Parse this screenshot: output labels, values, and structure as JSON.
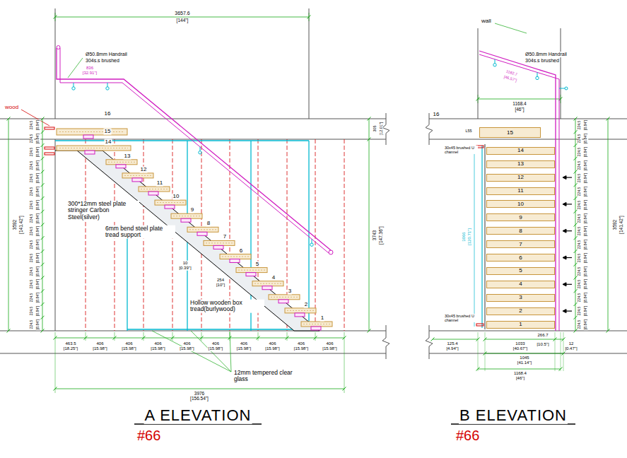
{
  "diagram": {
    "nodes": [
      {
        "text": [
          "15"
        ]
      },
      {
        "text": [
          "14"
        ]
      },
      {
        "text": [
          "13"
        ]
      },
      {
        "text": [
          "12"
        ]
      },
      {
        "text": [
          "11"
        ]
      },
      {
        "text": [
          "10"
        ]
      },
      {
        "text": [
          "9"
        ]
      },
      {
        "text": [
          "8"
        ]
      },
      {
        "text": [
          "7"
        ]
      },
      {
        "text": [
          "6"
        ]
      },
      {
        "text": [
          "5"
        ]
      },
      {
        "text": [
          "4"
        ]
      },
      {
        "text": [
          "3"
        ]
      },
      {
        "text": [
          "2"
        ]
      },
      {
        "text": [
          "1"
        ]
      }
    ],
    "labels": [
      "3657.6",
      "[144\"]",
      "Ø50.8mm Handrail",
      "304s.s brushed",
      "836",
      "[32.91\"]",
      "wood",
      "16",
      "15",
      "14",
      "13",
      "12",
      "11",
      "10",
      "9",
      "8",
      "7",
      "6",
      "5",
      "4",
      "3",
      "2",
      "1",
      "300*12mm steel plate stringer Carbon Steel(silver)",
      "6mm bend steel plate tread support",
      "Hollow wooden box tread(burlywood)",
      "12mm tempered clear glass",
      "254",
      "[10\"]",
      "10",
      "[0.39\"]",
      "463.5",
      "[18.25\"]",
      "406",
      "[15.98\"]",
      "406",
      "[15.98\"]",
      "406",
      "[15.98\"]",
      "406",
      "[15.98\"]",
      "406",
      "[15.98\"]",
      "406",
      "[15.98\"]",
      "406",
      "[15.98\"]",
      "406",
      "[15.98\"]",
      "406",
      "[15.98\"]",
      "3976",
      "[156.54\"]",
      "3592",
      "[141.42\"]",
      "3743",
      "[147.36\"]",
      "305",
      "[12.01\"]",
      "224.5",
      "[8.84\"]",
      "224.5",
      "[8.84\"]",
      "224.5",
      "[8.84\"]",
      "224.5",
      "[8.84\"]",
      "224.5",
      "[8.84\"]",
      "224.5",
      "[8.84\"]",
      "224.5",
      "[8.84\"]",
      "224.5",
      "[8.84\"]",
      "224.5",
      "[8.84\"]",
      "224.5",
      "[8.84\"]",
      "224.5",
      "[8.84\"]",
      "224.5",
      "[8.84\"]",
      "224.5",
      "[8.84\"]",
      "224.5",
      "[8.84\"]",
      "224.5",
      "[8.84\"]",
      "224.5",
      "[8.84\"]",
      "A ELEVATION",
      "#66",
      "wall",
      "Ø50.8mm Handrail",
      "304s.s brushed",
      "1182.7",
      "[46.57\"]",
      "1168.4",
      "[46\"]",
      "16",
      "L55",
      "30x45 brushed U channel",
      "3066",
      "[120.71\"]",
      "30x45 brushed U channel",
      "125.4",
      "[4.94\"]",
      "1033",
      "[40.67\"]",
      "266.7",
      "[10.5\"]",
      "12",
      "[0.47\"]",
      "1045",
      "[41.14\"]",
      "1168.4",
      "[46\"]",
      "3592",
      "[141.42\"]",
      "224.5",
      "[8.84\"]",
      "224.5",
      "[8.84\"]",
      "224.5",
      "[8.84\"]",
      "224.5",
      "[8.84\"]",
      "224.5",
      "[8.84\"]",
      "224.5",
      "[8.84\"]",
      "224.5",
      "[8.84\"]",
      "224.5",
      "[8.84\"]",
      "224.5",
      "[8.84\"]",
      "224.5",
      "[8.84\"]",
      "224.5",
      "[8.84\"]",
      "224.5",
      "[8.84\"]",
      "224.5",
      "[8.84\"]",
      "224.5",
      "[8.84\"]",
      "224.5",
      "[8.84\"]",
      "224.5",
      "[8.84\"]",
      "B ELEVATION",
      "#66"
    ]
  }
}
